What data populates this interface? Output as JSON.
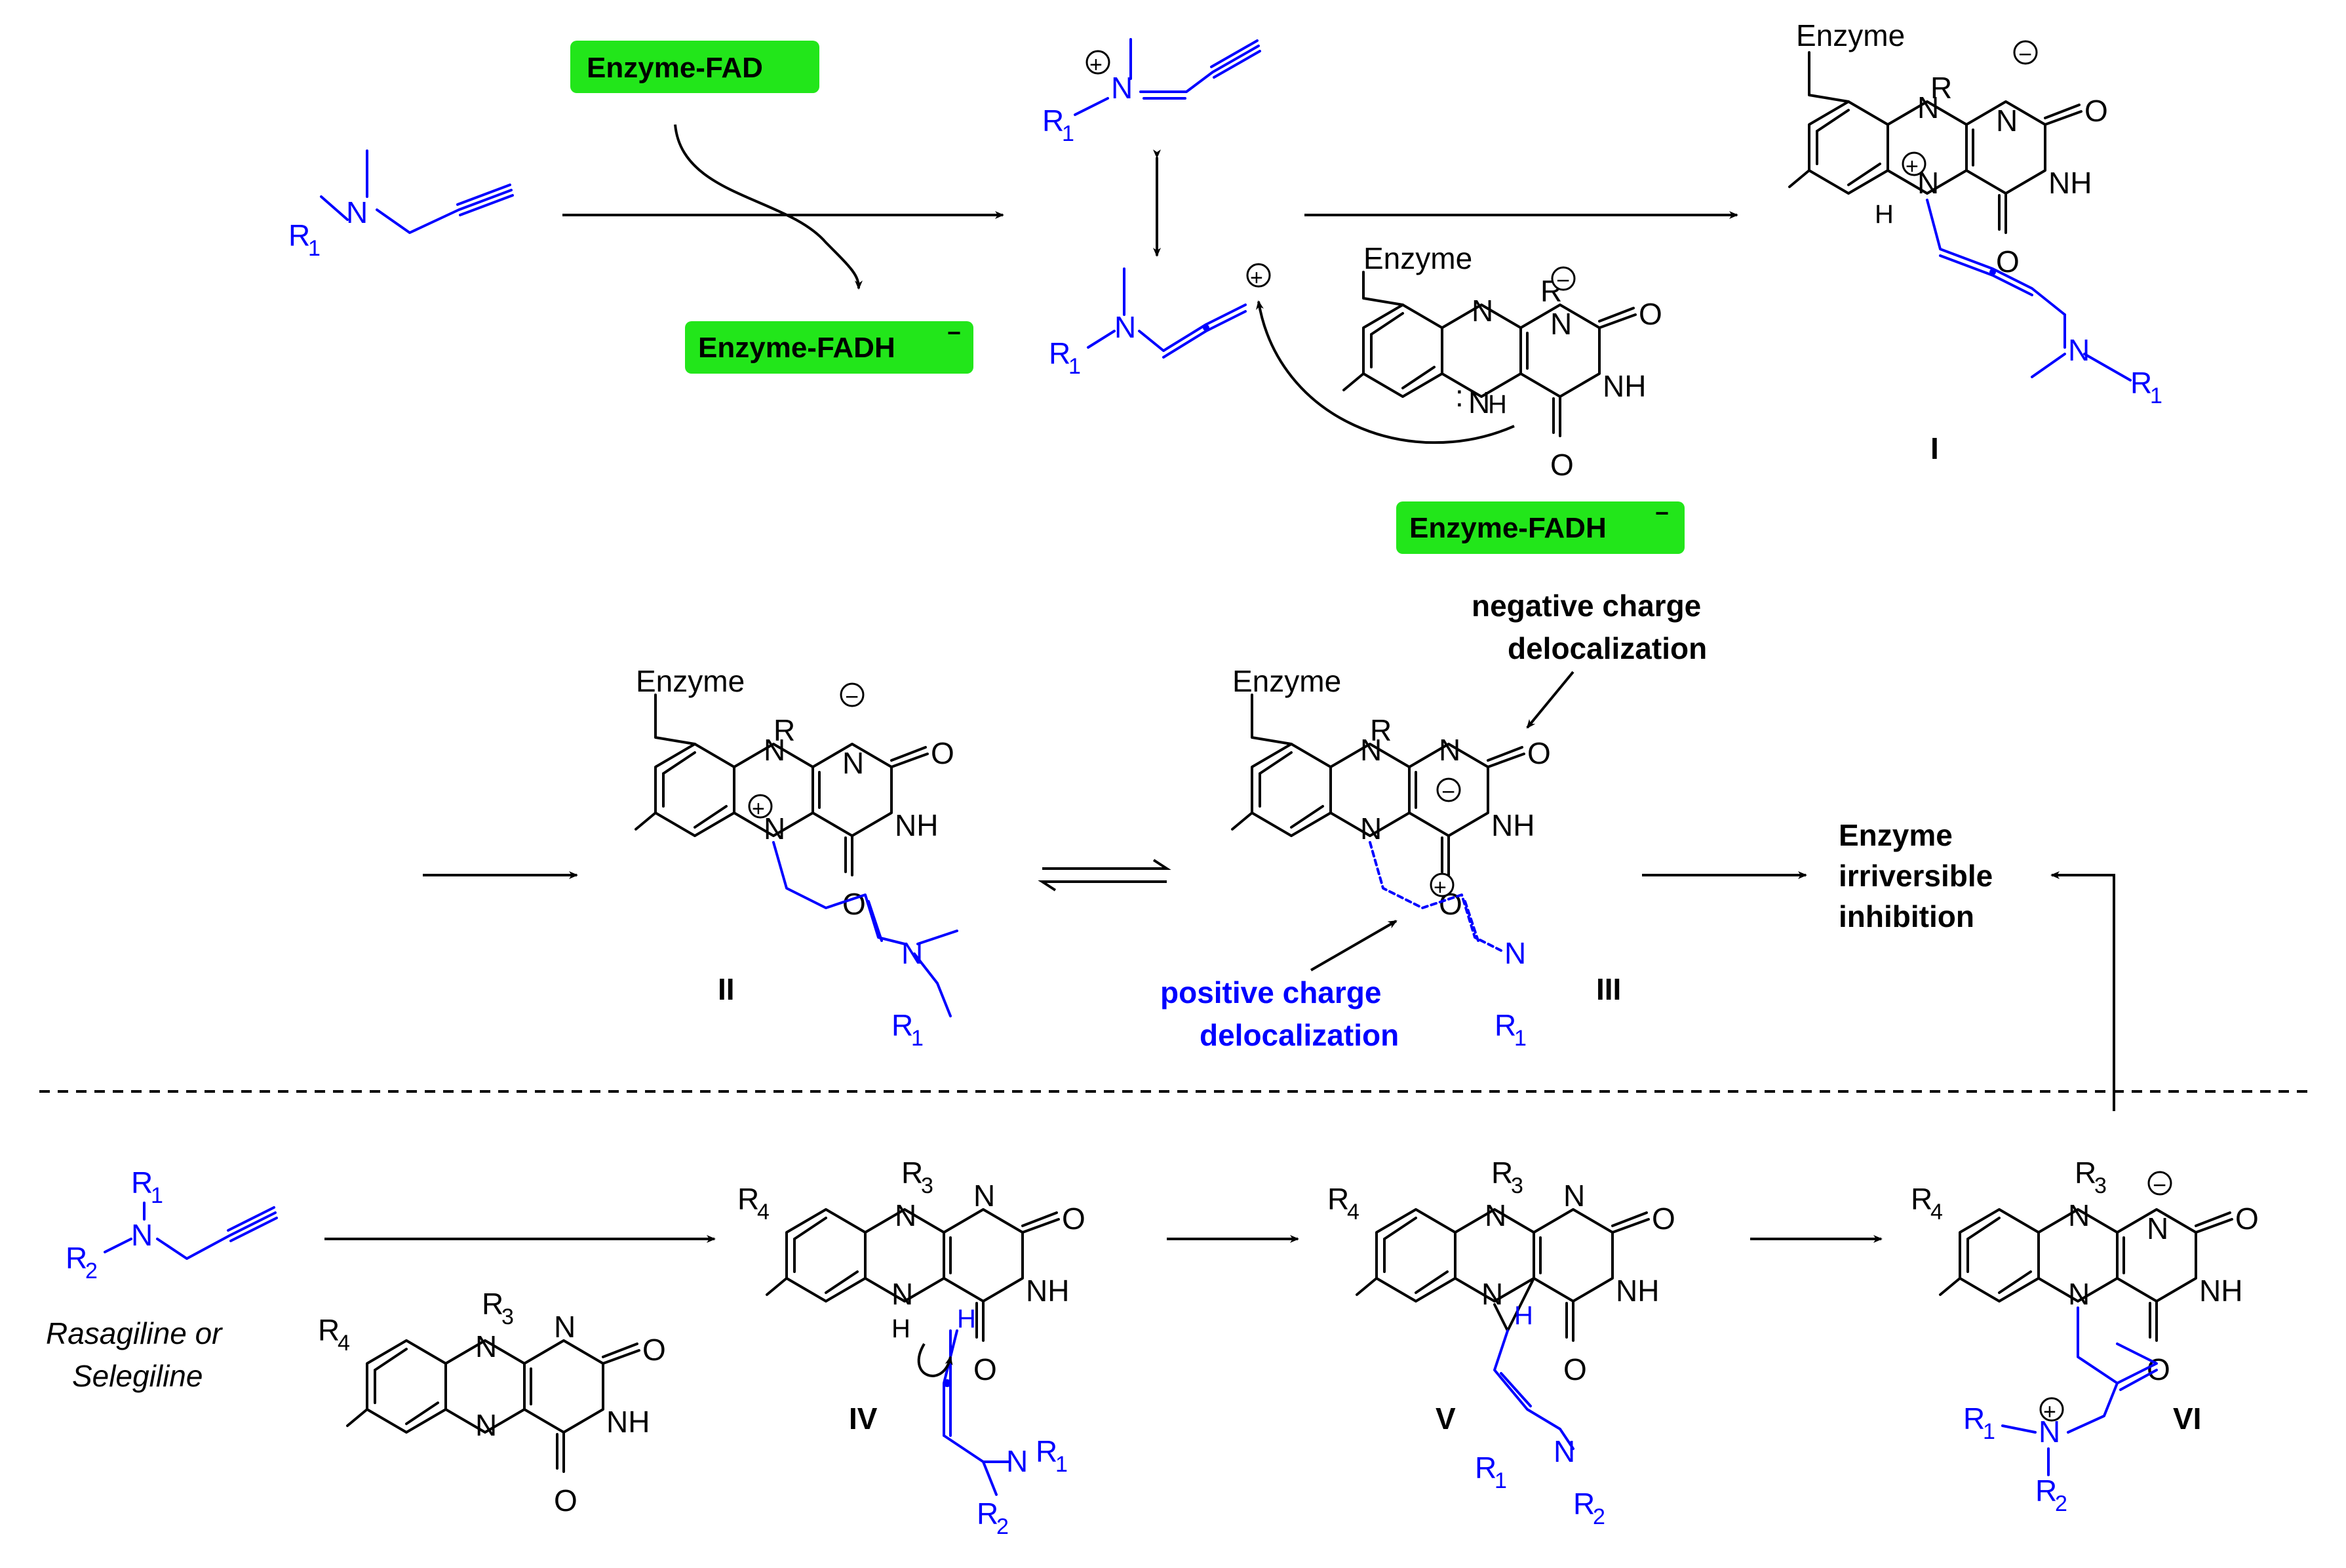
{
  "labels": {
    "enzyme_fad": "Enzyme-FAD",
    "enzyme_fadh": "Enzyme-FADH",
    "minus": "−",
    "plus": "+",
    "enzyme": "Enzyme",
    "compound_I": "I",
    "compound_II": "II",
    "compound_III": "III",
    "compound_IV": "IV",
    "compound_V": "V",
    "compound_VI": "VI",
    "negative_charge_line1": "negative charge",
    "negative_charge_line2": "delocalization",
    "positive_charge_line1": "positive charge",
    "positive_charge_line2": "delocalization",
    "enzyme_inhibition_line1": "Enzyme",
    "enzyme_inhibition_line2": "irriversible",
    "enzyme_inhibition_line3": "inhibition",
    "drug_line1": "Rasagiline or",
    "drug_line2": "Selegiline"
  },
  "atoms": {
    "N": "N",
    "O": "O",
    "H": "H",
    "NH": "NH",
    "R": "R",
    "R1": "R",
    "R2": "R",
    "R3": "R",
    "R4": "R",
    "sub1": "1",
    "sub2": "2",
    "sub3": "3",
    "sub4": "4"
  },
  "colors": {
    "pill": "#22e61a",
    "substrate": "#0000ff",
    "text": "#000000"
  }
}
